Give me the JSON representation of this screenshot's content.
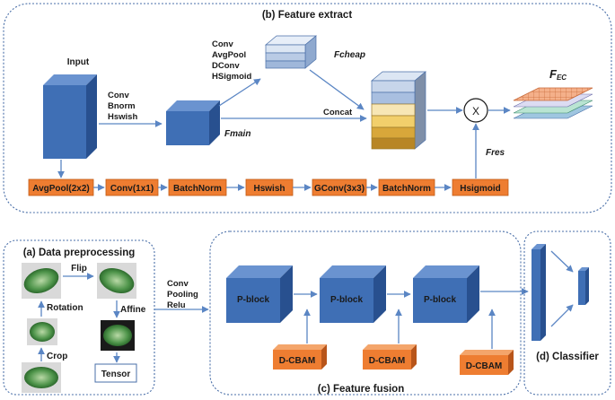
{
  "sections": {
    "feature_extract": "(b) Feature extract",
    "data_preprocessing": "(a) Data preprocessing",
    "feature_fusion": "(c) Feature fusion",
    "classifier": "(d) Classifier"
  },
  "feature_extract": {
    "input_label": "Input",
    "ops1": [
      "Conv",
      "Bnorm",
      "Hswish"
    ],
    "ops2": [
      "Conv",
      "AvgPool",
      "DConv",
      "HSigmoid"
    ],
    "fcheap": "Fcheap",
    "fmain": "Fmain",
    "concat": "Concat",
    "fres": "Fres",
    "fec_main": "F",
    "fec_sub": "EC",
    "multiply": "X",
    "bottom_chain": [
      "AvgPool(2x2)",
      "Conv(1x1)",
      "BatchNorm",
      "Hswish",
      "GConv(3x3)",
      "BatchNorm",
      "Hsigmoid"
    ]
  },
  "data_preprocessing": {
    "flip": "Flip",
    "rotation": "Rotation",
    "affine": "Affine",
    "crop": "Crop",
    "tensor": "Tensor"
  },
  "feature_fusion": {
    "ops": [
      "Conv",
      "Pooling",
      "Relu"
    ],
    "pblock": "P-block",
    "dcbam": "D-CBAM"
  },
  "colors": {
    "blue_front": "#3f6fb5",
    "blue_side": "#28508f",
    "blue_top": "#6a93d0",
    "orange": "#ee7d31",
    "arrow": "#5b86c4",
    "dash": "#4a6fa8",
    "leaf": "#3a7d3a"
  }
}
